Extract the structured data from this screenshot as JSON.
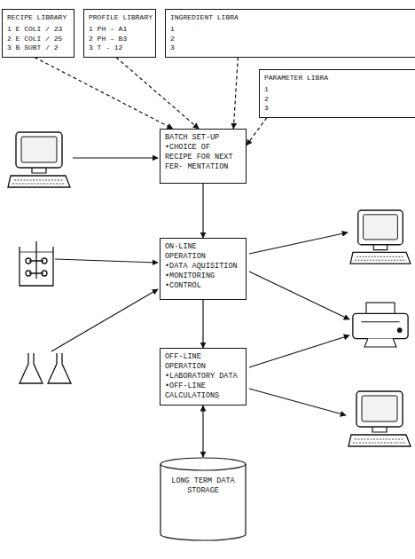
{
  "diagram": {
    "nodes": [
      {
        "text": [
          "RECIPE LIBRARY",
          "1 E COLI / 23",
          "2 E COLI / 25",
          "3 B SUBT / 2"
        ]
      },
      {
        "text": [
          "PROFILE LIBRARY",
          "1 PH - A1",
          "2 PH - B3",
          "3 T - 12"
        ]
      },
      {
        "text": [
          "INGREDIENT LIBRA",
          "1",
          "2",
          "3"
        ]
      },
      {
        "text": [
          "PARAMETER LIBRA",
          "1",
          "2",
          "3"
        ]
      },
      {
        "text": [
          "BATCH SET-UP",
          "•CHOICE OF RECIPE FOR NEXT FER- MENTATION"
        ]
      },
      {
        "text": [
          "ON-LINE OPERATION",
          "•DATA AQUISITION",
          "•MONITORING",
          "•CONTROL"
        ]
      },
      {
        "text": [
          "OFF-LINE OPERATION",
          "•LABORATORY DATA",
          "•OFF-LINE CALCULATIONS"
        ]
      },
      {
        "text": [
          "LONG TERM DATA STORAGE"
        ]
      }
    ],
    "edges": [
      {
        "from": 0,
        "to": 4,
        "arrow": "to"
      },
      {
        "from": 1,
        "to": 4,
        "arrow": "to"
      },
      {
        "from": 2,
        "to": 4,
        "arrow": "to"
      },
      {
        "from": 3,
        "to": 4,
        "arrow": "to"
      },
      {
        "from": 4,
        "to": 5,
        "arrow": "to"
      },
      {
        "from": 5,
        "to": 6,
        "arrow": "to"
      },
      {
        "from": 6,
        "to": 7,
        "arrow": "both"
      }
    ]
  }
}
